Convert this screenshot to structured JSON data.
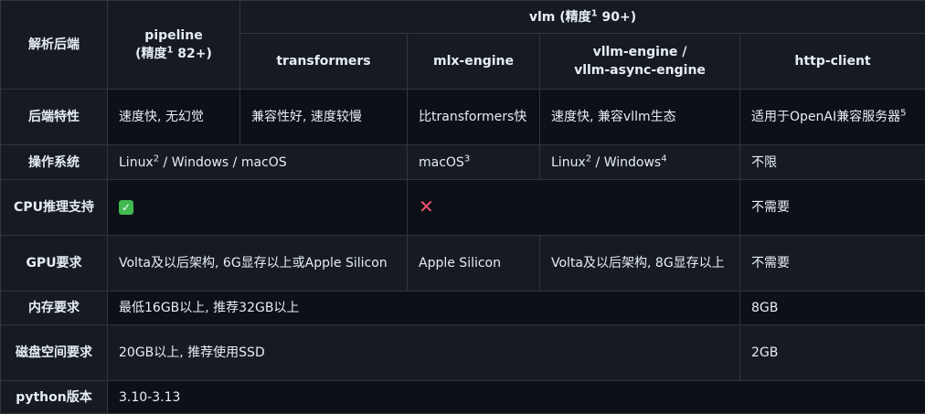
{
  "header": {
    "parse_backend": "解析后端",
    "pipeline_line1": "pipeline",
    "pipeline_acc_prefix": "(精度",
    "pipeline_acc_sup": "1",
    "pipeline_acc_suffix": " 82+)",
    "vlm_prefix": "vlm (精度",
    "vlm_sup": "1",
    "vlm_suffix": " 90+)",
    "transformers": "transformers",
    "mlx_engine": "mlx-engine",
    "vllm_engine_line1": "vllm-engine /",
    "vllm_engine_line2": "vllm-async-engine",
    "http_client": "http-client"
  },
  "rows": {
    "features": {
      "label": "后端特性",
      "pipeline": "速度快, 无幻觉",
      "transformers": "兼容性好, 速度较慢",
      "mlx": "比transformers快",
      "vllm": "速度快, 兼容vllm生态",
      "http_text": "适用于OpenAI兼容服务器",
      "http_sup": "5"
    },
    "os": {
      "label": "操作系统",
      "pipeline_a": "Linux",
      "pipeline_a_sup": "2",
      "pipeline_b": " / Windows / macOS",
      "mlx": "macOS",
      "mlx_sup": "3",
      "vllm_a": "Linux",
      "vllm_a_sup": "2",
      "vllm_b": " / Windows",
      "vllm_b_sup": "4",
      "http": "不限"
    },
    "cpu": {
      "label": "CPU推理支持",
      "yes_icon": "check-icon",
      "no_icon": "cross-icon",
      "http": "不需要"
    },
    "gpu": {
      "label": "GPU要求",
      "pipeline": "Volta及以后架构, 6G显存以上或Apple Silicon",
      "mlx": "Apple Silicon",
      "vllm": "Volta及以后架构, 8G显存以上",
      "http": "不需要"
    },
    "memory": {
      "label": "内存要求",
      "main": "最低16GB以上, 推荐32GB以上",
      "http": "8GB"
    },
    "disk": {
      "label": "磁盘空间要求",
      "main": "20GB以上, 推荐使用SSD",
      "http": "2GB"
    },
    "python": {
      "label": "python版本",
      "main": "3.10-3.13"
    }
  },
  "colors": {
    "background": "#0d1117",
    "header_bg": "#161b22",
    "border": "#30363d",
    "check": "#3fb950",
    "cross": "#f85174"
  }
}
